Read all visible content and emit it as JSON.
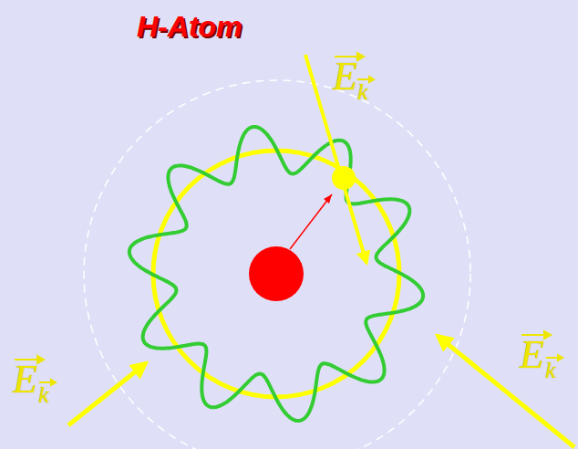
{
  "diagram": {
    "title": "H-Atom",
    "labels": [
      "E",
      "k",
      "E",
      "k",
      "E",
      "k"
    ]
  }
}
